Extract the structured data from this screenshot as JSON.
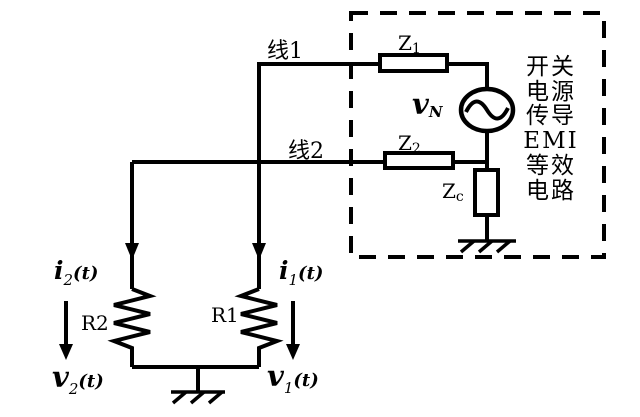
{
  "diagram": {
    "caption_full": "开关电源传导EMI等效电路",
    "line1_label": "线1",
    "line2_label": "线2",
    "z1": {
      "base": "Z",
      "sub": "1"
    },
    "z2": {
      "base": "Z",
      "sub": "2"
    },
    "zc": {
      "base": "Z",
      "sub": "c"
    },
    "source": {
      "base": "v",
      "sub": "N"
    },
    "box_caption_lines": [
      "开关",
      "电源",
      "传导",
      "EMI",
      "等效",
      "电路"
    ],
    "current2": {
      "base": "i",
      "sub": "2",
      "suffix": "(t)"
    },
    "current1": {
      "base": "i",
      "sub": "1",
      "suffix": "(t)"
    },
    "r2_label": "R2",
    "r1_label": "R1",
    "voltage2": {
      "base": "v",
      "sub": "2",
      "suffix": "(t)"
    },
    "voltage1": {
      "base": "v",
      "sub": "1",
      "suffix": "(t)"
    },
    "colors": {
      "ink": "#000000",
      "background": "#ffffff"
    }
  }
}
